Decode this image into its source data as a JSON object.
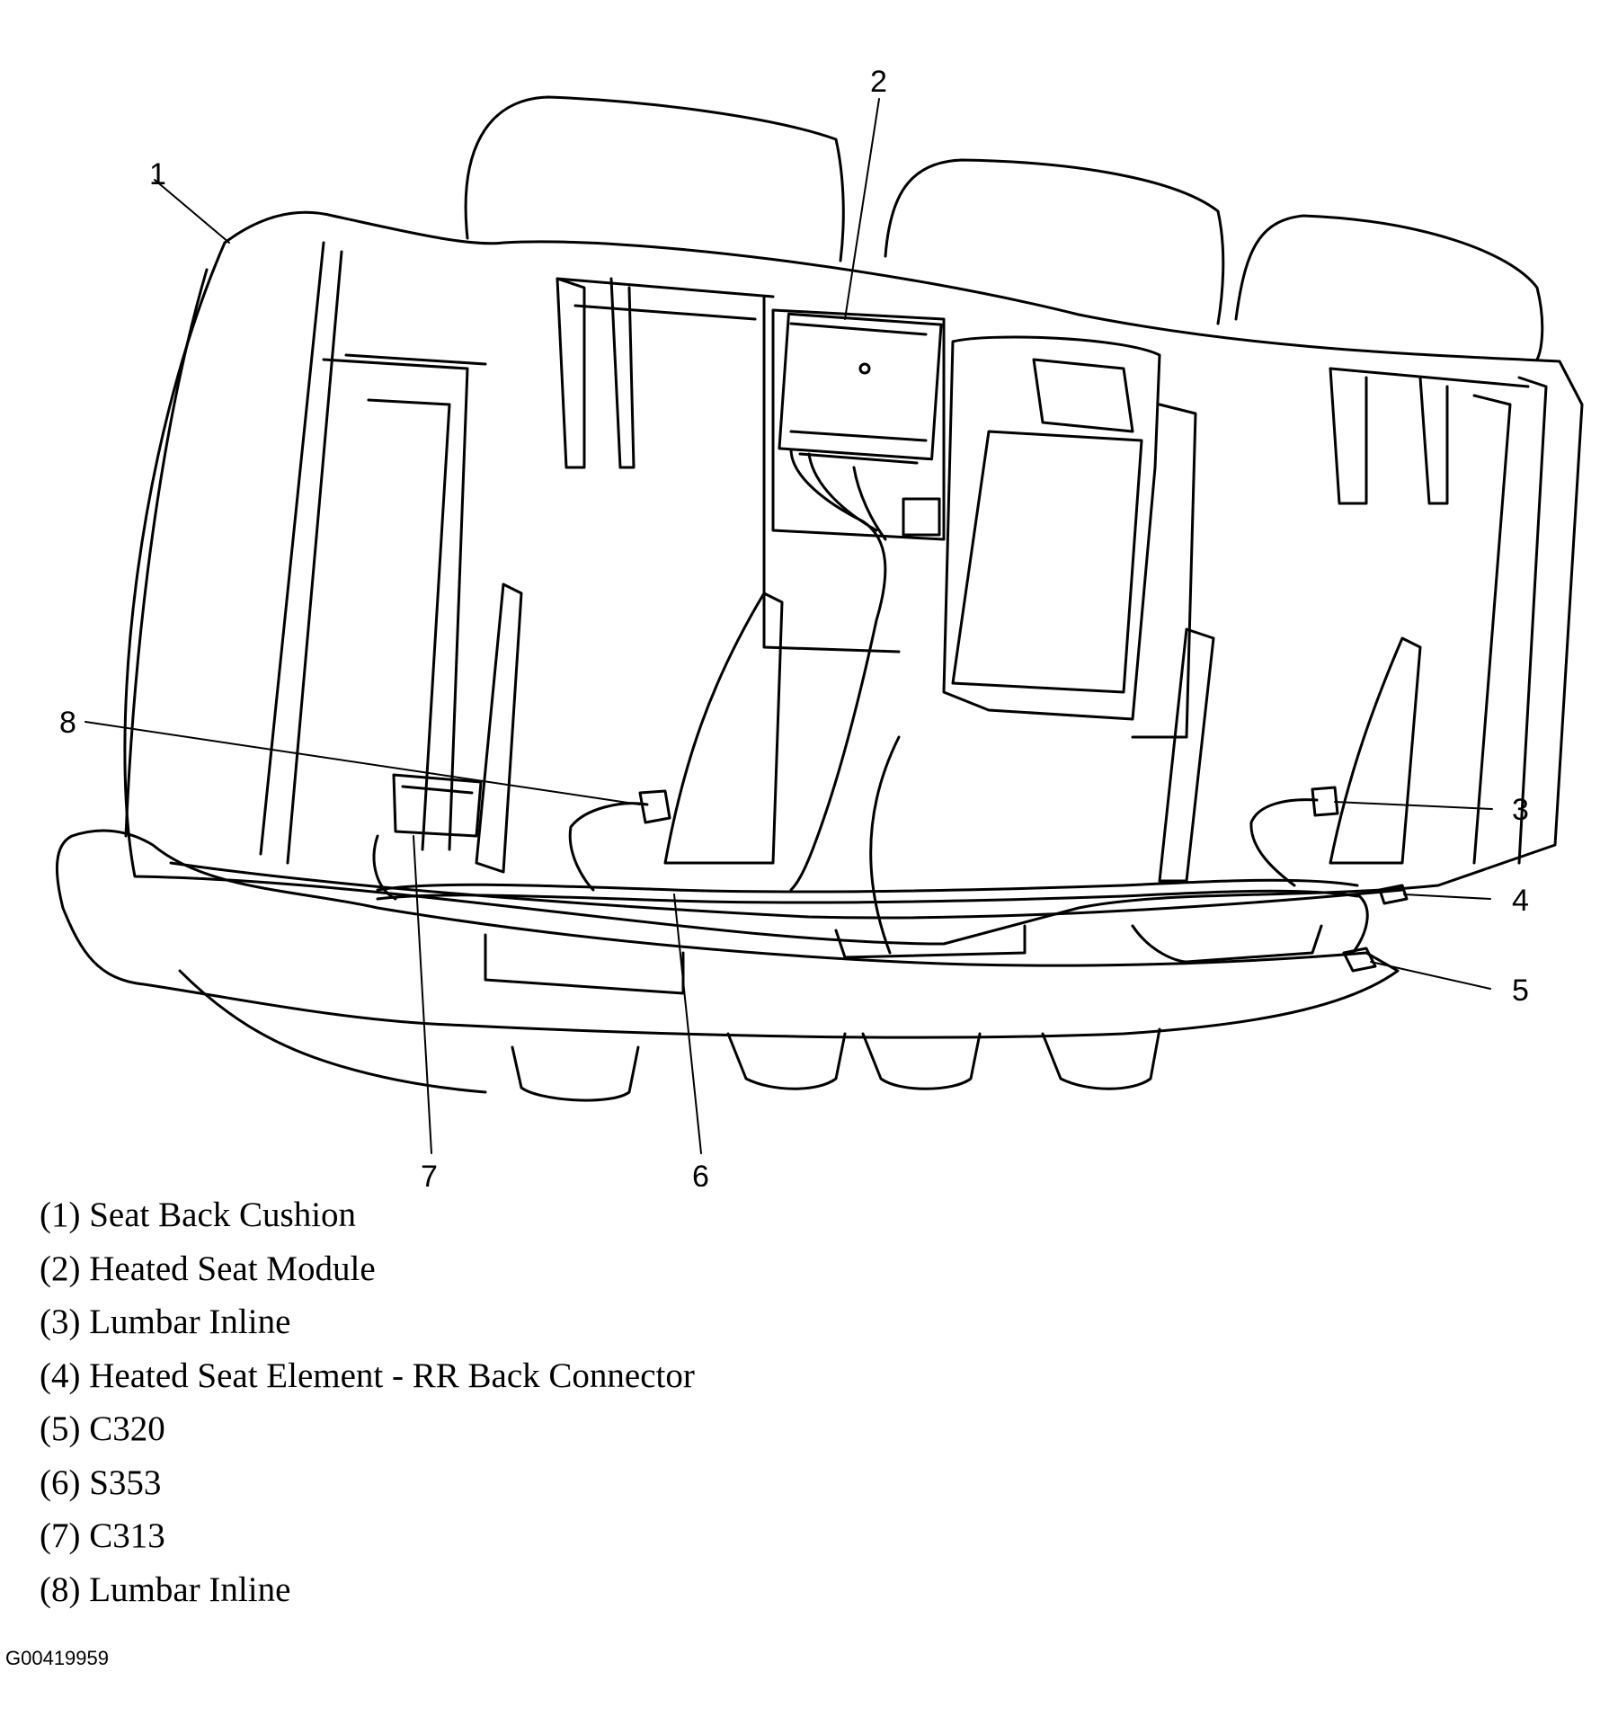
{
  "callouts": [
    "1",
    "2",
    "3",
    "4",
    "5",
    "6",
    "7",
    "8"
  ],
  "legend": [
    "(1) Seat Back Cushion",
    "(2) Heated Seat Module",
    "(3) Lumbar Inline",
    "(4) Heated Seat Element - RR Back Connector",
    "(5) C320",
    "(6) S353",
    "(7) C313",
    "(8) Lumbar Inline"
  ],
  "figure_id": "G00419959"
}
